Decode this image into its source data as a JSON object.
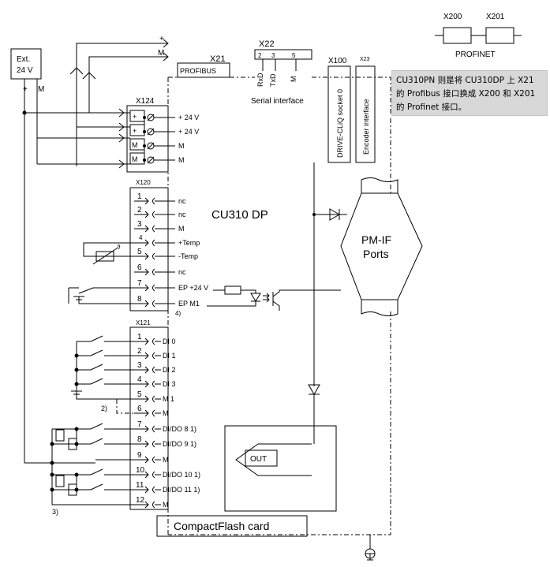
{
  "profinet": {
    "x200": "X200",
    "x201": "X201",
    "label": "PROFINET"
  },
  "ext24": {
    "line1": "Ext.",
    "line2": "24 V",
    "plus": "+",
    "m": "M"
  },
  "top": {
    "plus": "+",
    "m": "M"
  },
  "x21": {
    "label": "X21",
    "box": "PROFIBUS"
  },
  "x22": {
    "label": "X22",
    "pin2": "2",
    "pin3": "3",
    "pin5": "5",
    "rxd": "RxD",
    "txd": "TxD",
    "m": "M",
    "caption": "Serial interface"
  },
  "x100": {
    "label": "X100",
    "box": "DRIVE-CLiQ socket 0"
  },
  "x23": {
    "label": "X23",
    "box": "Encoder interface"
  },
  "note": "CU310PN 则是将 CU310DP 上 X21 的 Profibus 接口换成 X200 和 X201 的 Profinet 接口。",
  "x124": {
    "label": "X124",
    "pins": [
      "+",
      "+",
      "M",
      "M"
    ],
    "signals": [
      "+ 24 V",
      "+ 24 V",
      "M",
      "M"
    ]
  },
  "x120": {
    "label": "X120",
    "pins": [
      "1",
      "2",
      "3",
      "4",
      "5",
      "6",
      "7",
      "8"
    ],
    "signals": [
      "nc",
      "nc",
      "M",
      "+Temp",
      "-Temp",
      "nc",
      "EP +24 V",
      "EP M1"
    ],
    "theta": "ϑ",
    "footnote": "4)"
  },
  "cu_title": "CU310 DP",
  "pm": {
    "line1": "PM-IF",
    "line2": "Ports"
  },
  "x121": {
    "label": "X121",
    "pins": [
      "1",
      "2",
      "3",
      "4",
      "5",
      "6",
      "7",
      "8",
      "9",
      "10",
      "11",
      "12"
    ],
    "signals": [
      "DI 0",
      "DI 1",
      "DI 2",
      "DI 3",
      "M 1",
      "M",
      "DI/DO 8 1)",
      "DI/DO 9 1)",
      "M",
      "DI/DO 10 1)",
      "DI/DO 11 1)",
      "M"
    ],
    "fn2": "2)",
    "fn3": "3)"
  },
  "out": "OUT",
  "cf": "CompactFlash card"
}
